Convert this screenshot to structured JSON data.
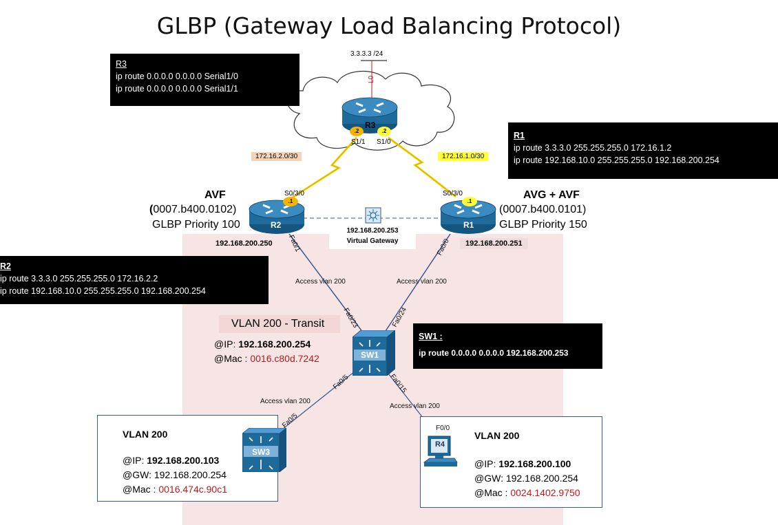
{
  "title": "GLBP (Gateway Load Balancing Protocol)",
  "loopback": {
    "ip": "3.3.3.3 /24",
    "iface": "L0"
  },
  "r3": {
    "name": "R3",
    "left_ip": ".2",
    "right_ip": ".2",
    "left_iface": "S1/1",
    "right_iface": "S1/0"
  },
  "r3_config": {
    "header": "R3",
    "lines": [
      "ip route 0.0.0.0 0.0.0.0 Serial1/0",
      "ip route 0.0.0.0 0.0.0.0 Serial1/1"
    ]
  },
  "r1_config": {
    "header": "R1",
    "lines": [
      "ip route 3.3.3.0 255.255.255.0 172.16.1.2",
      "ip route 192.168.10.0 255.255.255.0 192.168.200.254"
    ]
  },
  "r2_config": {
    "header": "R2",
    "lines": [
      "ip route 3.3.3.0 255.255.255.0 172.16.2.2",
      "ip route 192.168.10.0 255.255.255.0 192.168.200.254"
    ]
  },
  "sw1_config": {
    "header": "SW1 :",
    "line": "ip route 0.0.0.0 0.0.0.0 192.168.200.253"
  },
  "links": {
    "left_subnet": "172.16.2.0/30",
    "right_subnet": "172.16.1.0/30"
  },
  "r2": {
    "name": "R2",
    "role": "AVF",
    "mac_open": "(",
    "mac": "0007.b400.0102)",
    "priority": "GLBP Priority 100",
    "serial": "S0/3/0",
    "serial_ip": ".1",
    "lan_ip": "192.168.200.250",
    "lan_iface": "Fa0/1"
  },
  "r1": {
    "name": "R1",
    "role": "AVG + AVF",
    "mac": "(0007.b400.0101)",
    "priority": "GLBP Priority 150",
    "serial": "S0/3/0",
    "serial_ip": ".1",
    "lan_ip": "192.168.200.251",
    "lan_iface": "Fa0/0"
  },
  "virtual_gw": {
    "ip": "192.168.200.253",
    "label": "Virtual Gateway"
  },
  "sw1": {
    "name": "SW1",
    "p23": "Fa0/23",
    "p24": "Fa0/24",
    "p5": "Fa0/5",
    "p15": "Fa0/15"
  },
  "access": {
    "r2": "Access vlan 200",
    "r1": "Access vlan 200",
    "sw3": "Access vlan 200",
    "r4": "Access vlan 200"
  },
  "transit": {
    "title": "VLAN 200 - Transit",
    "ip_label": "@IP: ",
    "ip": "192.168.200.254",
    "mac_label": "@Mac : ",
    "mac": "0016.c80d.7242"
  },
  "sw3": {
    "name": "SW3",
    "port": "Fa0/5",
    "vlan": "VLAN 200",
    "ip_label": "@IP: ",
    "ip": "192.168.200.103",
    "gw": "@GW: 192.168.200.254",
    "mac_label": "@Mac : ",
    "mac": "0016.474c.90c1"
  },
  "r4": {
    "name": "R4",
    "port": "F0/0",
    "vlan": "VLAN 200",
    "ip_label": "@IP: ",
    "ip": "192.168.200.100",
    "gw": "@GW: 192.168.200.254",
    "mac_label": "@Mac : ",
    "mac": "0024.1402.9750"
  },
  "colors": {
    "router_blue": "#1e6a9a",
    "config_bg": "#000000",
    "transit_zone": "#f7e4e4",
    "serial_link": "#f5d300",
    "mac_red": "#c0181a",
    "host_border": "#3b5a8c"
  }
}
